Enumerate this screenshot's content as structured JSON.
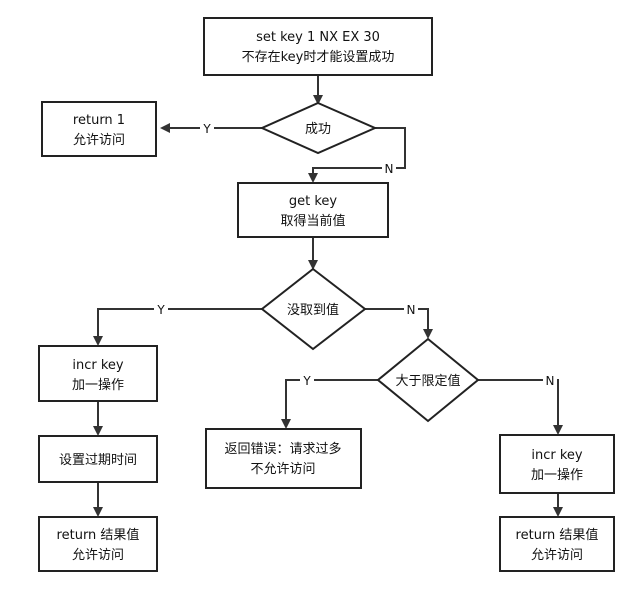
{
  "nodes": {
    "set_key": [
      "set key 1 NX EX 30",
      "不存在key时才能设置成功"
    ],
    "return_1": [
      "return 1",
      "允许访问"
    ],
    "success": [
      "成功"
    ],
    "get_key": [
      "get key",
      "取得当前值"
    ],
    "not_found": [
      "没取到值"
    ],
    "incr_left": [
      "incr key",
      "加一操作"
    ],
    "set_expire": [
      "设置过期时间"
    ],
    "return_result_left": [
      "return 结果值",
      "允许访问"
    ],
    "greater_limit": [
      "大于限定值"
    ],
    "error": [
      "返回错误：请求过多",
      "不允许访问"
    ],
    "incr_right": [
      "incr key",
      "加一操作"
    ],
    "return_result_right": [
      "return 结果值",
      "允许访问"
    ]
  },
  "edge_labels": {
    "yes": "Y",
    "no": "N"
  }
}
